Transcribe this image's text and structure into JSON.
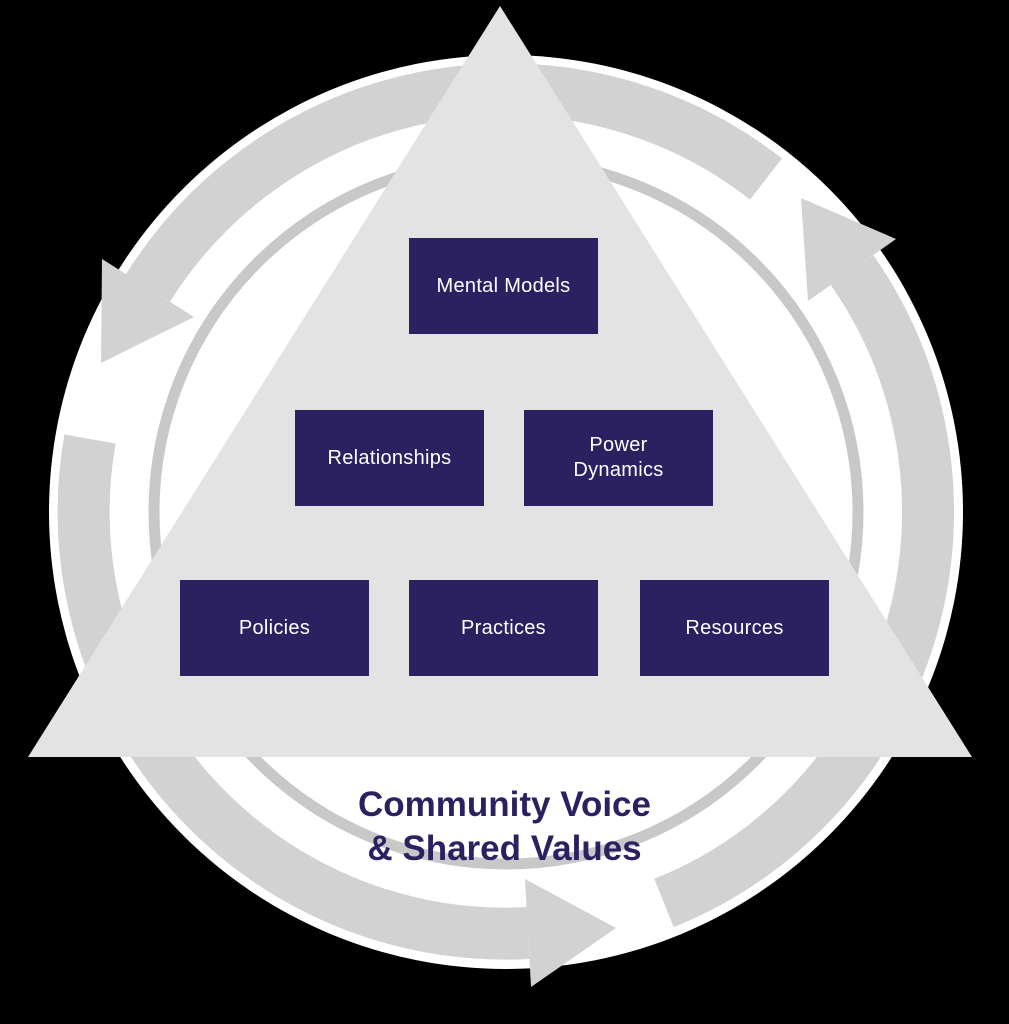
{
  "diagram": {
    "pyramid": {
      "boxes": [
        {
          "id": "mental-models",
          "label": "Mental Models"
        },
        {
          "id": "relationships",
          "label": "Relationships"
        },
        {
          "id": "power-dynamics",
          "label": "Power Dynamics"
        },
        {
          "id": "policies",
          "label": "Policies"
        },
        {
          "id": "practices",
          "label": "Practices"
        },
        {
          "id": "resources",
          "label": "Resources"
        }
      ]
    },
    "caption": {
      "line1": "Community Voice",
      "line2": "& Shared Values"
    },
    "arrow_direction": "counterclockwise",
    "colors": {
      "background": "#000000",
      "circle": "#ffffff",
      "arrows": "#d2d2d2",
      "inner_arc": "#c8c8c8",
      "triangle": "#e4e3e3",
      "box": "#2b2161",
      "box_text": "#ffffff",
      "caption": "#2b2161"
    }
  }
}
